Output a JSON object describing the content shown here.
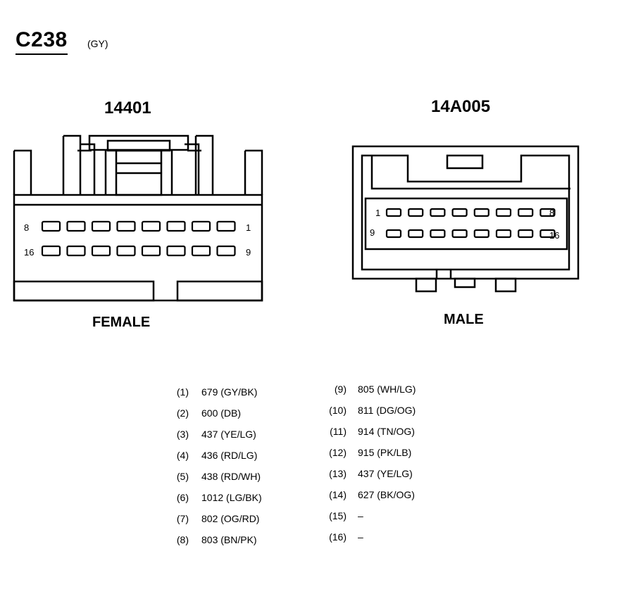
{
  "header": {
    "connector_id": "C238",
    "connector_color": "(GY)"
  },
  "female": {
    "part_number": "14401",
    "label": "FEMALE",
    "pin_label_top_left": "8",
    "pin_label_top_right": "1",
    "pin_label_bottom_left": "16",
    "pin_label_bottom_right": "9"
  },
  "male": {
    "part_number": "14A005",
    "label": "MALE",
    "pin_label_top_left": "1",
    "pin_label_top_right": "8",
    "pin_label_bottom_left": "9",
    "pin_label_bottom_right": "16"
  },
  "pinout": [
    {
      "pin": "(1)",
      "circuit": "679 (GY/BK)"
    },
    {
      "pin": "(2)",
      "circuit": "600 (DB)"
    },
    {
      "pin": "(3)",
      "circuit": "437 (YE/LG)"
    },
    {
      "pin": "(4)",
      "circuit": "436 (RD/LG)"
    },
    {
      "pin": "(5)",
      "circuit": "438 (RD/WH)"
    },
    {
      "pin": "(6)",
      "circuit": "1012 (LG/BK)"
    },
    {
      "pin": "(7)",
      "circuit": "802 (OG/RD)"
    },
    {
      "pin": "(8)",
      "circuit": "803 (BN/PK)"
    },
    {
      "pin": "(9)",
      "circuit": "805 (WH/LG)"
    },
    {
      "pin": "(10)",
      "circuit": "811 (DG/OG)"
    },
    {
      "pin": "(11)",
      "circuit": "914 (TN/OG)"
    },
    {
      "pin": "(12)",
      "circuit": "915 (PK/LB)"
    },
    {
      "pin": "(13)",
      "circuit": "437 (YE/LG)"
    },
    {
      "pin": "(14)",
      "circuit": "627 (BK/OG)"
    },
    {
      "pin": "(15)",
      "circuit": "–"
    },
    {
      "pin": "(16)",
      "circuit": "–"
    }
  ]
}
